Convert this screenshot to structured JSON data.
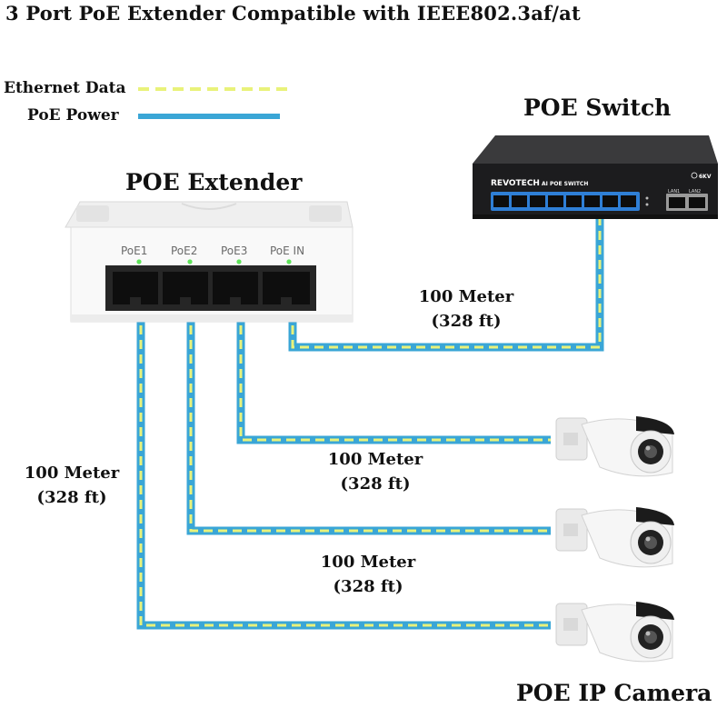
{
  "title": "3 Port PoE Extender Compatible with IEEE802.3af/at",
  "legend": {
    "ethernet_data": "Ethernet Data",
    "poe_power": "PoE Power"
  },
  "extender": {
    "heading": "POE Extender",
    "ports": [
      "PoE1",
      "PoE2",
      "PoE3",
      "PoE IN"
    ]
  },
  "switch": {
    "heading": "POE Switch",
    "brand": "REVOTECH",
    "model": "AI POE SWITCH",
    "surge": "6KV",
    "lan1": "LAN1",
    "lan2": "LAN2"
  },
  "camera_heading": "POE IP Camera",
  "distances": {
    "switch_link": {
      "line1": "100 Meter",
      "line2": "(328 ft)"
    },
    "camera_top": {
      "line1": "100 Meter",
      "line2": "(328 ft)"
    },
    "camera_mid": {
      "line1": "100 Meter",
      "line2": "(328 ft)"
    },
    "camera_left": {
      "line1": "100 Meter",
      "line2": "(328 ft)"
    }
  },
  "colors": {
    "poe_power": "#3aa6d6",
    "ethernet_data": "#e9f27a",
    "switch_accent": "#2f7fd6"
  }
}
